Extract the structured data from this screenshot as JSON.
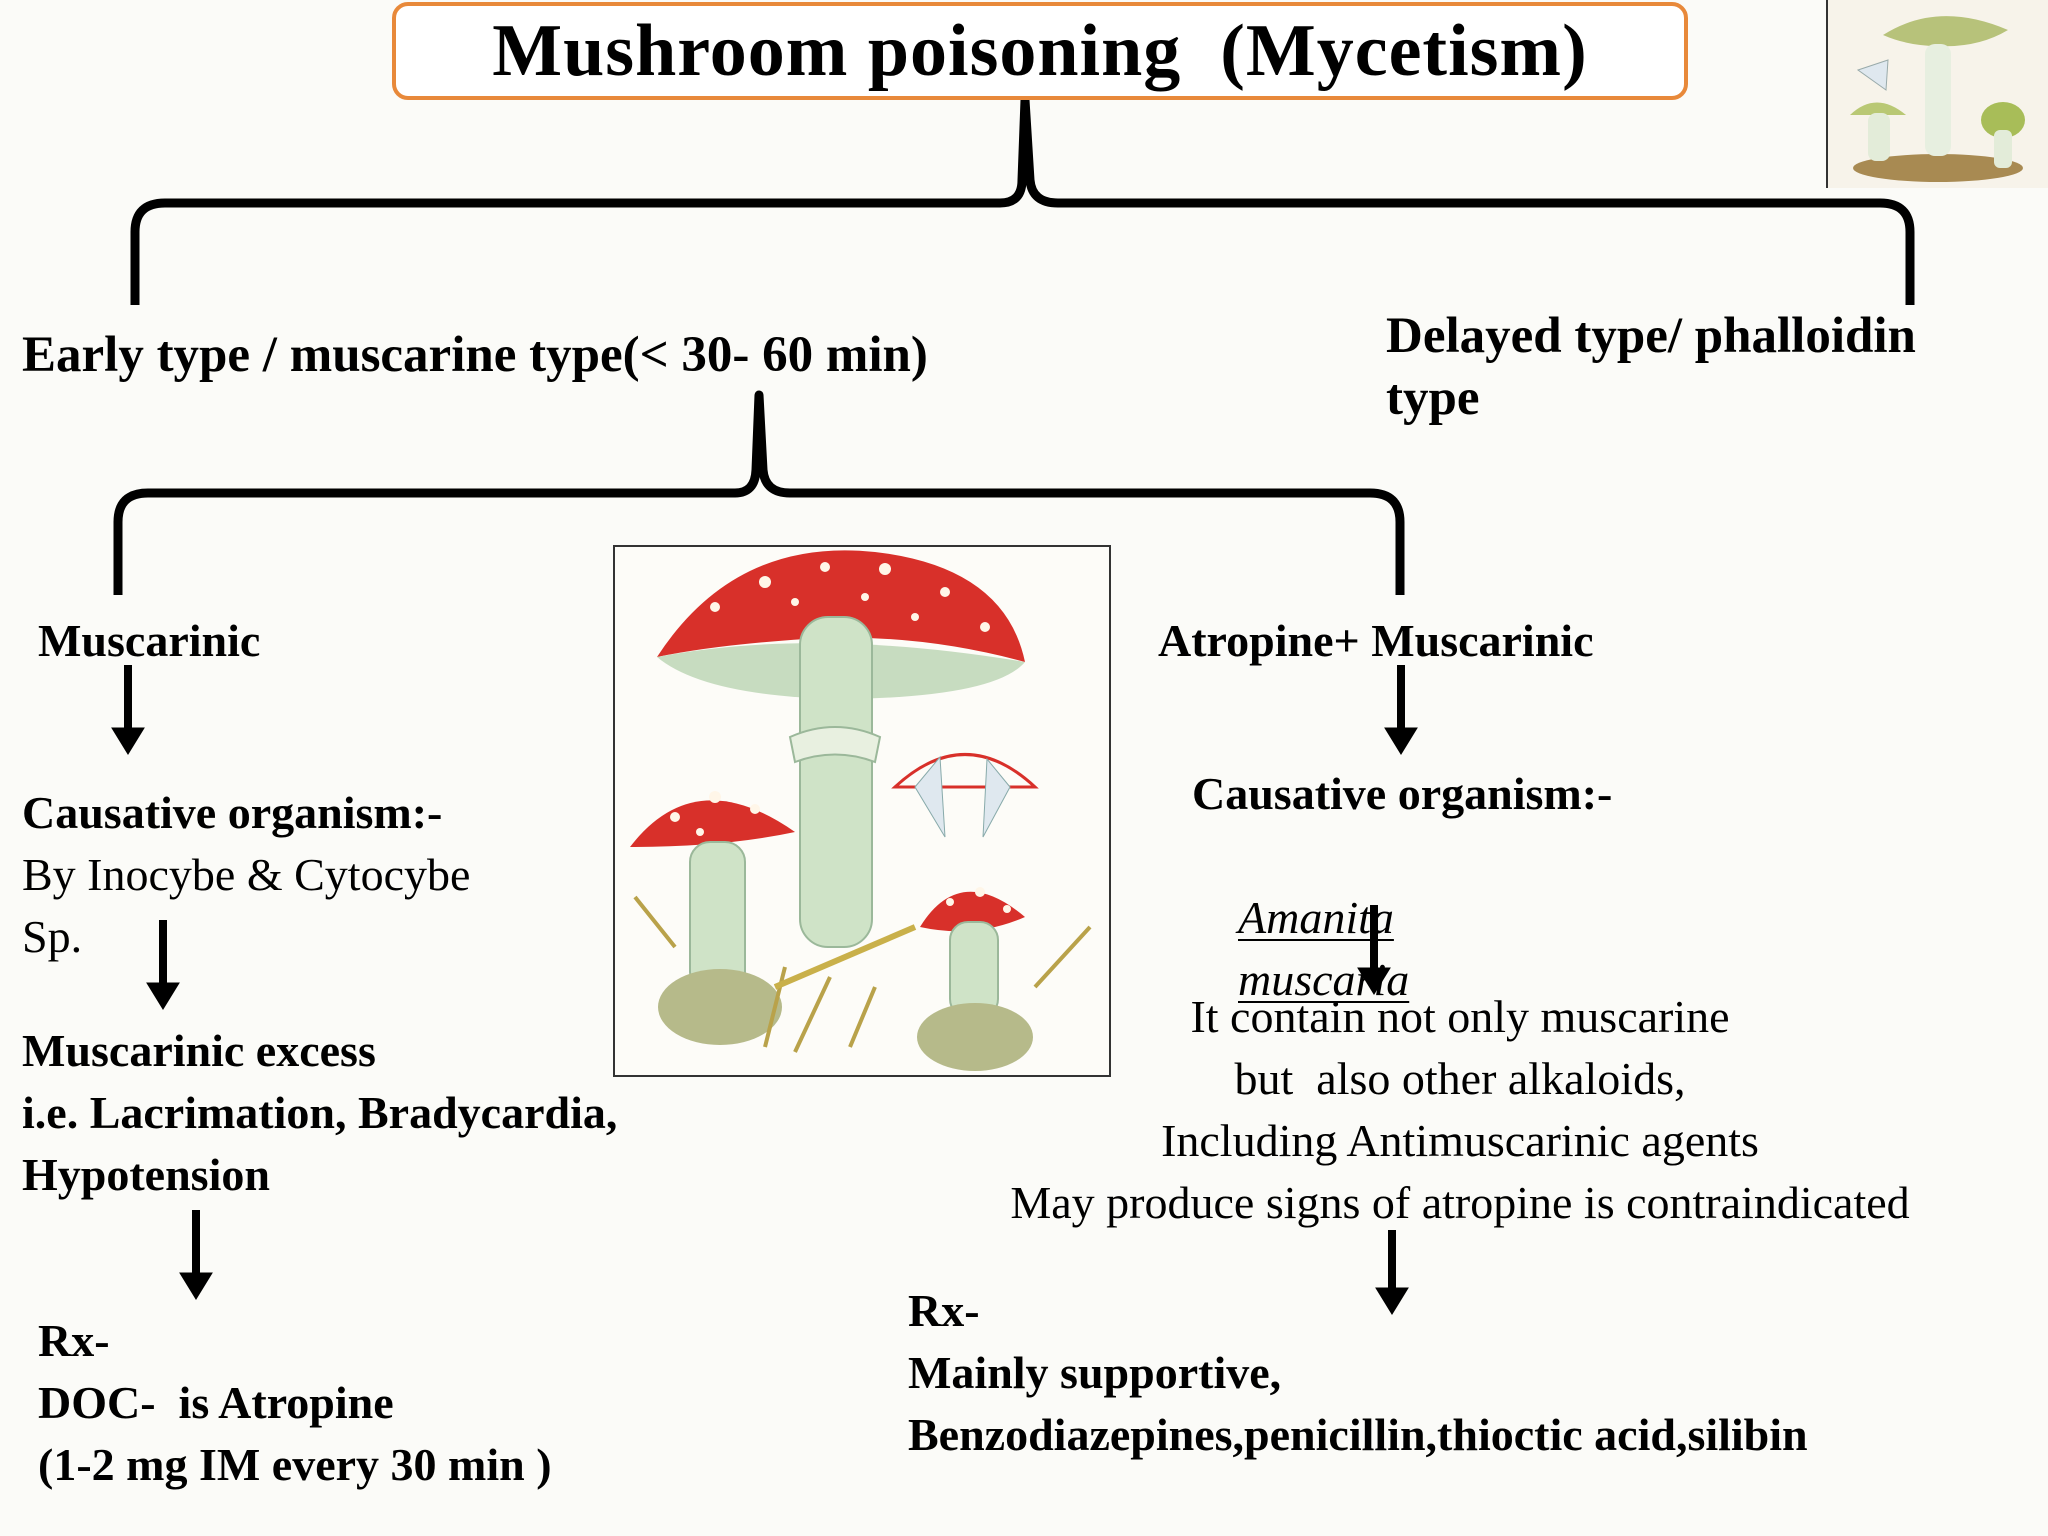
{
  "title": "Mushroom poisoning  (Mycetism)",
  "early_type": "Early type / muscarine type(< 30- 60 min)",
  "delayed_type": {
    "lines": [
      "Delayed type/ phalloidin",
      "type"
    ]
  },
  "muscarinic": {
    "heading": "Muscarinic",
    "causative_label": "Causative organism:-",
    "causative_lines": [
      "By Inocybe & Cytocybe",
      "Sp."
    ],
    "excess_lines": [
      "Muscarinic excess",
      "i.e. Lacrimation, Bradycardia,",
      "Hypotension"
    ],
    "rx_lines": [
      "Rx-",
      "DOC-  is Atropine",
      "(1-2 mg IM every 30 min )"
    ]
  },
  "atropine_muscarinic": {
    "heading": "Atropine+ Muscarinic",
    "causative_label": "Causative organism:-",
    "organism_genus": "Amanita",
    "organism_species": "muscaria",
    "alkaloid_lines": [
      "It contain not only muscarine",
      "but  also other alkaloids,",
      "Including Antimuscarinic agents",
      "May produce signs of atropine is contraindicated"
    ],
    "rx_lines": [
      "Rx-",
      "Mainly supportive,",
      "Benzodiazepines,penicillin,thioctic acid,silibin"
    ]
  },
  "colors": {
    "title_border": "#e8893a",
    "cap_red": "#d8302a",
    "stem_green": "#c8e0c0"
  },
  "icons": {
    "top_right_image": "death-cap-mushroom-illustration",
    "center_image": "fly-agaric-mushroom-illustration"
  }
}
